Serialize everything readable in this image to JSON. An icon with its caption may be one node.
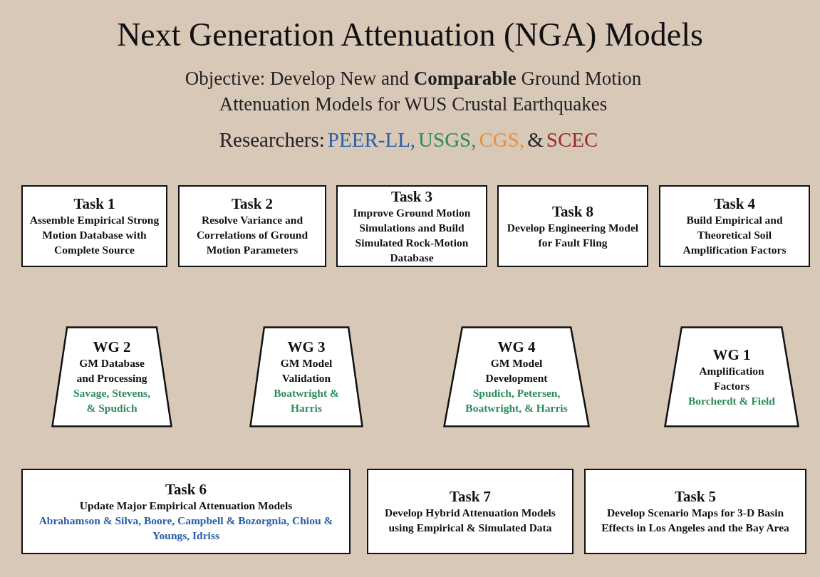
{
  "diagram": {
    "title": "Next Generation Attenuation (NGA) Models",
    "nodes": [
      {
        "text": [
          "Task 1",
          "Assemble Empirical Strong Motion Database with Complete Source"
        ]
      },
      {
        "text": [
          "Task 2",
          "Resolve Variance and Correlations of Ground Motion Parameters"
        ]
      },
      {
        "text": [
          "Task 3",
          "Improve Ground Motion Simulations and Build Simulated Rock-Motion Database"
        ]
      },
      {
        "text": [
          "Task 8",
          "Develop Engineering Model for Fault Fling"
        ]
      },
      {
        "text": [
          "Task 4",
          "Build Empirical and Theoretical Soil Amplification Factors"
        ]
      },
      {
        "text": [
          "WG 2",
          "GM Database and Processing",
          "Savage, Stevens, & Spudich"
        ]
      },
      {
        "text": [
          "WG 3",
          "GM Model Validation",
          "Boatwright & Harris"
        ]
      },
      {
        "text": [
          "WG 4",
          "GM Model Development",
          "Spudich, Petersen, Boatwright, & Harris"
        ]
      },
      {
        "text": [
          "WG 1",
          "Amplification Factors",
          "Borcherdt & Field"
        ]
      },
      {
        "text": [
          "Task 6",
          "Update Major Empirical Attenuation Models",
          "Abrahamson & Silva, Boore, Campbell & Bozorgnia, Chiou & Youngs, Idriss"
        ]
      },
      {
        "text": [
          "Task 7",
          "Develop Hybrid Attenuation Models using Empirical & Simulated Data"
        ]
      },
      {
        "text": [
          "Task 5",
          "Develop Scenario Maps for 3-D Basin Effects in Los Angeles and the Bay Area"
        ]
      }
    ],
    "edges": [],
    "labels": [
      "Objective: Develop New and **Comparable** Ground Motion Attenuation Models for WUS Crustal Earthquakes",
      "Researchers:",
      "PEER-LL,",
      "USGS,",
      "CGS,",
      "&",
      "SCEC"
    ]
  }
}
